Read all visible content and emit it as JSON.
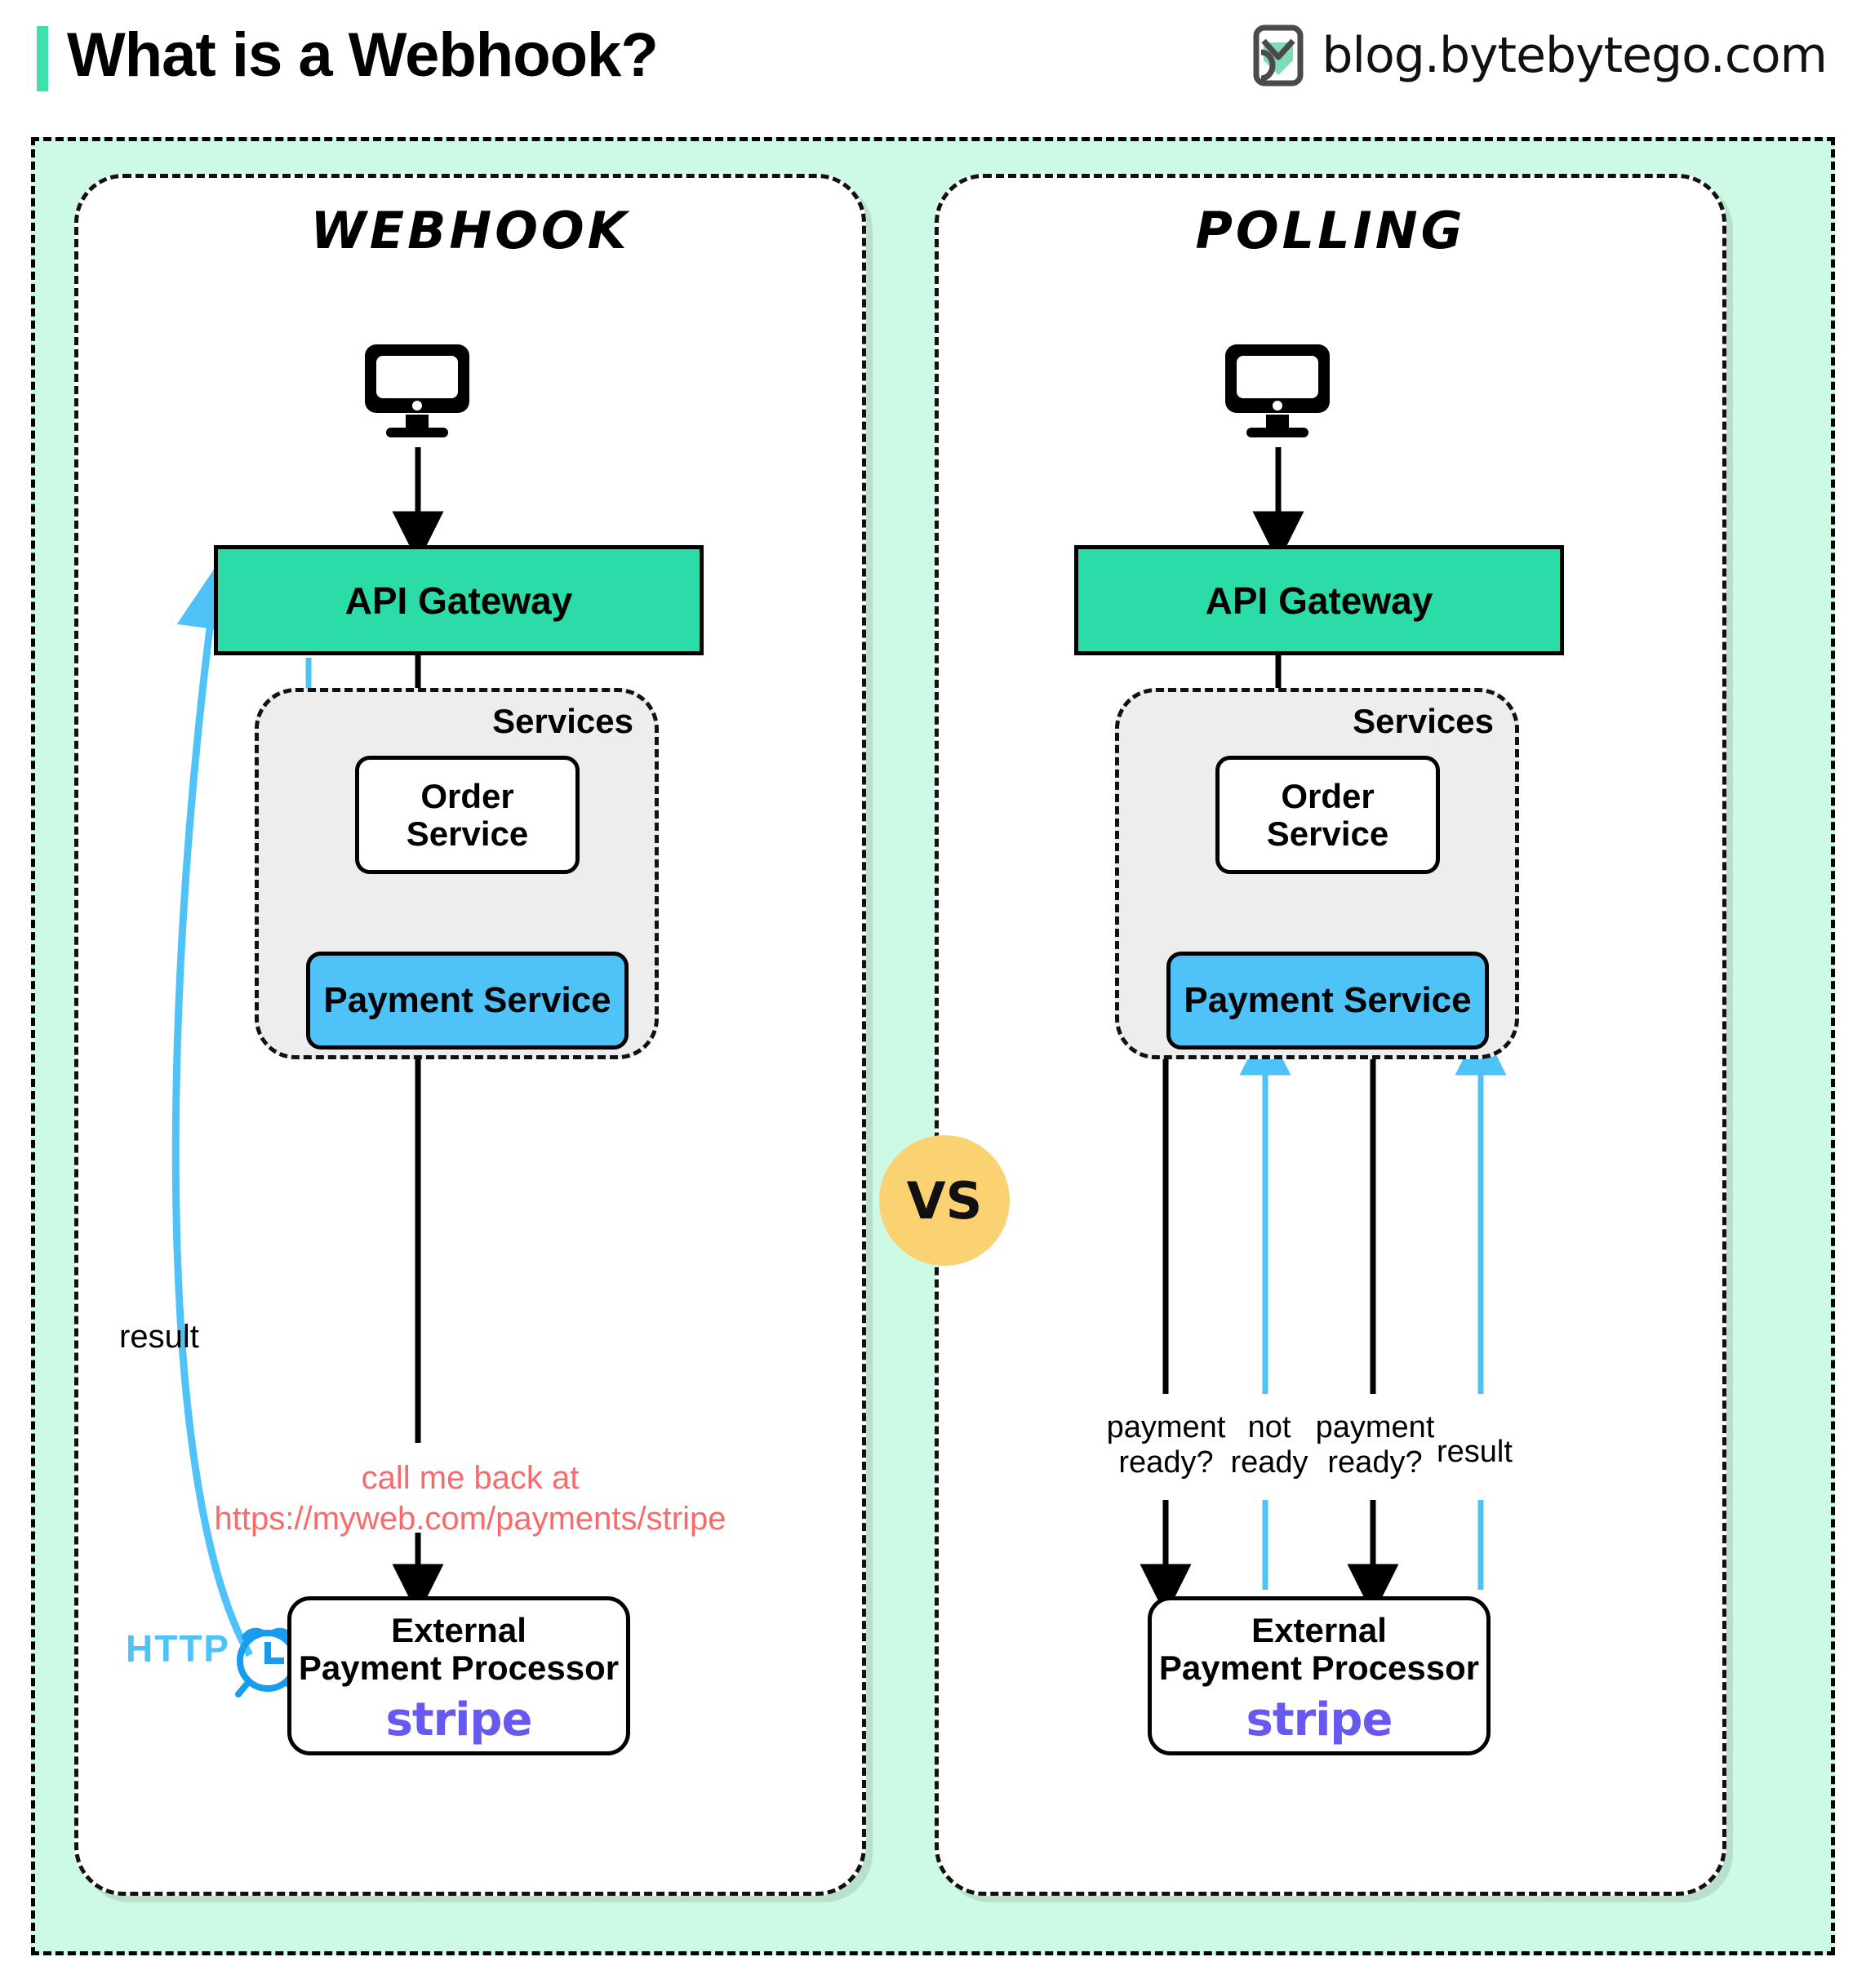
{
  "header": {
    "title": "What is a Webhook?",
    "brand_text": "blog.bytebytego.com",
    "accent_color": "#3EE0AD"
  },
  "comparison": {
    "vs_label": "VS",
    "vs_color": "#FBD272"
  },
  "colors": {
    "outer_background": "#CDFAE4",
    "gateway_fill": "#2CDCA8",
    "payment_fill": "#4FC3F7",
    "services_fill": "#EDEDED",
    "callback_text": "#F96A6A",
    "http_blue": "#4FC3F7",
    "clock_blue": "#189CF0",
    "stripe_purple": "#6659F0"
  },
  "webhook_panel": {
    "title": "Webhook",
    "client_icon": "monitor-icon",
    "gateway_label": "API Gateway",
    "services_label": "Services",
    "order_service_label": "Order\nService",
    "order_service_line1": "Order",
    "order_service_line2": "Service",
    "payment_service_label": "Payment Service",
    "callback_line1": "call me back at",
    "callback_line2": "https://myweb.com/payments/stripe",
    "processor_line1": "External",
    "processor_line2": "Payment Processor",
    "processor_brand": "stripe",
    "result_label": "result",
    "http_label": "HTTP",
    "clock_icon": "alarm-clock-icon"
  },
  "polling_panel": {
    "title": "Polling",
    "client_icon": "monitor-icon",
    "gateway_label": "API Gateway",
    "services_label": "Services",
    "order_service_line1": "Order",
    "order_service_line2": "Service",
    "payment_service_label": "Payment Service",
    "processor_line1": "External",
    "processor_line2": "Payment Processor",
    "processor_brand": "stripe",
    "poll_labels": [
      "payment\nready?",
      "not\nready",
      "payment\nready?",
      "result"
    ]
  }
}
